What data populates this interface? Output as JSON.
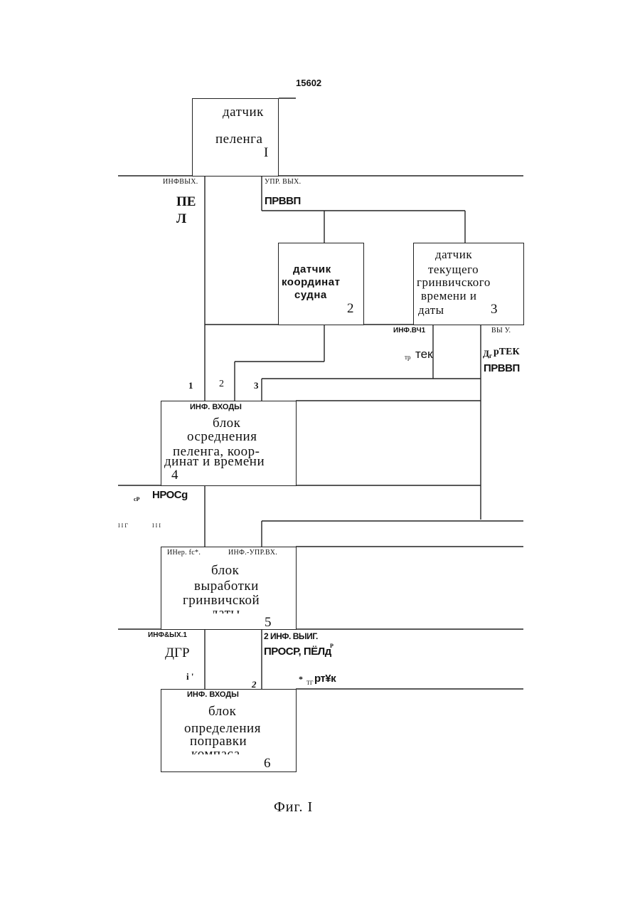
{
  "page_number": "15602",
  "caption": "Фиг. I",
  "blocks": {
    "b1": {
      "lines": [
        "датчик",
        "пеленга"
      ],
      "number": "I"
    },
    "b2": {
      "lines": [
        "датчик",
        "координат",
        "судна"
      ],
      "number": "2"
    },
    "b3": {
      "lines": [
        "датчик",
        "текущего",
        "гринвичского",
        "времени и",
        "даты"
      ],
      "number": "3"
    },
    "b4": {
      "header": "ИНФ.  ВХОДЫ",
      "lines": [
        "блок",
        "осреднения",
        "пеленга, коор-",
        "динат и времени"
      ],
      "number": "4"
    },
    "b5": {
      "header_left": "ИНер. fc*.",
      "header_right": "ИНФ.-УПР.ВХ.",
      "lines": [
        "блок",
        "выработки",
        "гринвичской",
        "даты"
      ],
      "number": "5"
    },
    "b6": {
      "header": "ИНФ.   ВХОДЫ",
      "lines": [
        "блок",
        "определения",
        "поправки",
        "компаса"
      ],
      "number": "6"
    }
  },
  "labels": {
    "inf_out": "ИНФВЫХ.",
    "upr_out": "УПР. ВЫХ.",
    "pel_1": "ПЕ",
    "pel_2": "Л",
    "prvvp_1": "ПРВВП",
    "inf_vch": "ИНФ.ВЧ1",
    "vy_u": "ВЫ У.",
    "ttek_sub": "тр",
    "ttek": "тек",
    "dgr_tek_sub": "Д",
    "dgr_tek_sub2": "г",
    "dgr_tek": "рТЕК",
    "prvvp_2": "ПРВВП",
    "in1": "1",
    "in2": "2",
    "in3": "3",
    "sr_sub": "cP",
    "hpocg": "НРОСg",
    "ticks_left": "I I Г",
    "ticks_right": "I  I  I",
    "inf_out1": "ИНФ&ЫХ.1",
    "dgr": "ДГР",
    "i_mark": "i '",
    "out2": "2 ИНФ. ВЫИГ.",
    "pros_pel": "ПРОСР, ПЁЛд",
    "pros_sup": "Р",
    "star": "*",
    "tgr_sub": "ТГ",
    "trk": "рт¥к",
    "in2_b6": "2"
  }
}
